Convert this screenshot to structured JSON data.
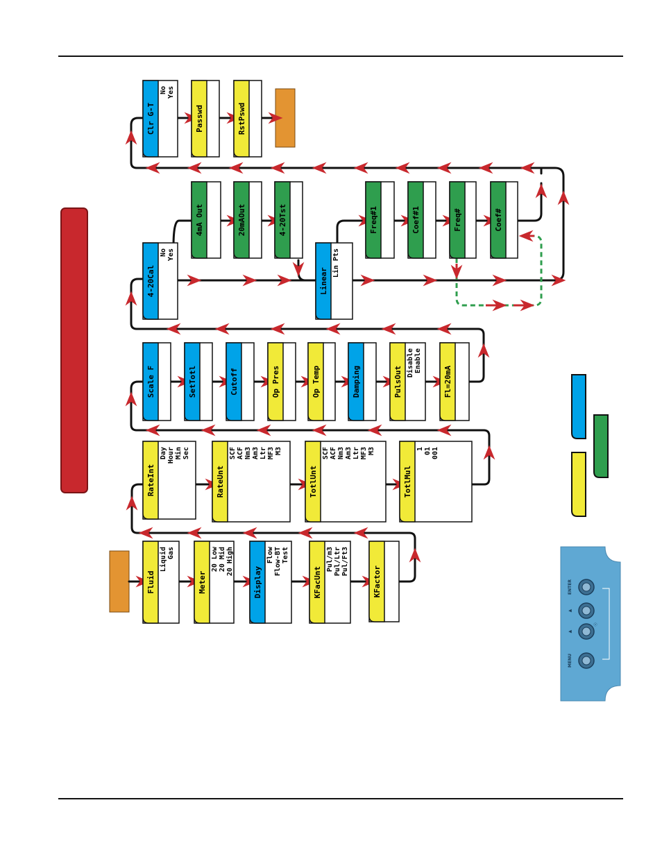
{
  "colors": {
    "blue": "#00a3e8",
    "yellow": "#f1ea38",
    "green": "#2f9e4e",
    "orange": "#e39432",
    "red": "#c8282d",
    "keypad": "#5fa8d3",
    "line": "#111111",
    "arrow": "#c8282d",
    "dashed": "#2f9e4e"
  },
  "boxes": [
    {
      "id": "fluid",
      "color": "yellow",
      "title": "Fluid",
      "options": [
        "Liquid",
        "Gas"
      ]
    },
    {
      "id": "meter",
      "color": "yellow",
      "title": "Meter",
      "options": [
        "20 Low",
        "20 Mid",
        "20 High"
      ]
    },
    {
      "id": "display",
      "color": "blue",
      "title": "Display",
      "options": [
        "Flow",
        "Flow-BT",
        "Test"
      ]
    },
    {
      "id": "kfacunt",
      "color": "yellow",
      "title": "KFacUnt",
      "options": [
        "Pul/m3",
        "Pul/Ltr",
        "Pul/Ft3"
      ]
    },
    {
      "id": "kfactor",
      "color": "yellow",
      "title": "KFactor",
      "options": []
    },
    {
      "id": "rateint",
      "color": "yellow",
      "title": "RateInt",
      "options": [
        "Day",
        "Hour",
        "Min",
        "Sec"
      ]
    },
    {
      "id": "rateunt",
      "color": "yellow",
      "title": "RateUnt",
      "options": [
        "SCF",
        "ACF",
        "Nm3",
        "Am3",
        "Ltr",
        "MF3",
        "M3"
      ]
    },
    {
      "id": "totlunt",
      "color": "yellow",
      "title": "TotlUnt",
      "options": [
        "SCF",
        "ACF",
        "Nm3",
        "Am3",
        "Ltr",
        "MF3",
        "M3"
      ]
    },
    {
      "id": "totlmul",
      "color": "yellow",
      "title": "TotlMul",
      "options": [
        "1",
        "01",
        "001"
      ]
    },
    {
      "id": "scalef",
      "color": "blue",
      "title": "Scale F",
      "options": []
    },
    {
      "id": "settotl",
      "color": "blue",
      "title": "SetTotl",
      "options": []
    },
    {
      "id": "cutoff",
      "color": "blue",
      "title": "Cutoff",
      "options": []
    },
    {
      "id": "opres",
      "color": "yellow",
      "title": "Op Pres",
      "options": []
    },
    {
      "id": "otemp",
      "color": "yellow",
      "title": "Op Temp",
      "options": []
    },
    {
      "id": "damping",
      "color": "blue",
      "title": "Damping",
      "options": []
    },
    {
      "id": "pulsout",
      "color": "yellow",
      "title": "PulsOut",
      "options": [
        "Disable",
        "Enable"
      ]
    },
    {
      "id": "fl20ma",
      "color": "yellow",
      "title": "Fl=20mA",
      "options": []
    },
    {
      "id": "cal420",
      "color": "blue",
      "title": "4-20Cal",
      "options": [
        "No",
        "Yes"
      ]
    },
    {
      "id": "out4ma",
      "color": "green",
      "title": "4mA Out",
      "options": []
    },
    {
      "id": "out20ma",
      "color": "green",
      "title": "20mAOut",
      "options": []
    },
    {
      "id": "tst420",
      "color": "green",
      "title": "4-20Tst",
      "options": []
    },
    {
      "id": "linear",
      "color": "blue",
      "title": "Linear",
      "options": [
        "Lin Pts"
      ]
    },
    {
      "id": "freq1",
      "color": "green",
      "title": "Freq#1",
      "options": []
    },
    {
      "id": "coef1",
      "color": "green",
      "title": "Coef#1",
      "options": []
    },
    {
      "id": "freqn",
      "color": "green",
      "title": "Freq#",
      "options": []
    },
    {
      "id": "coefn",
      "color": "green",
      "title": "Coef#",
      "options": []
    },
    {
      "id": "clrgt",
      "color": "blue",
      "title": "Clr G-T",
      "options": [
        "No",
        "Yes"
      ]
    },
    {
      "id": "passwd",
      "color": "yellow",
      "title": "Passwd",
      "options": []
    },
    {
      "id": "rstpswd",
      "color": "yellow",
      "title": "RstPswd",
      "options": []
    }
  ],
  "keypad": {
    "buttons": [
      "MENU",
      "▲",
      "▲",
      "ENTER"
    ]
  }
}
